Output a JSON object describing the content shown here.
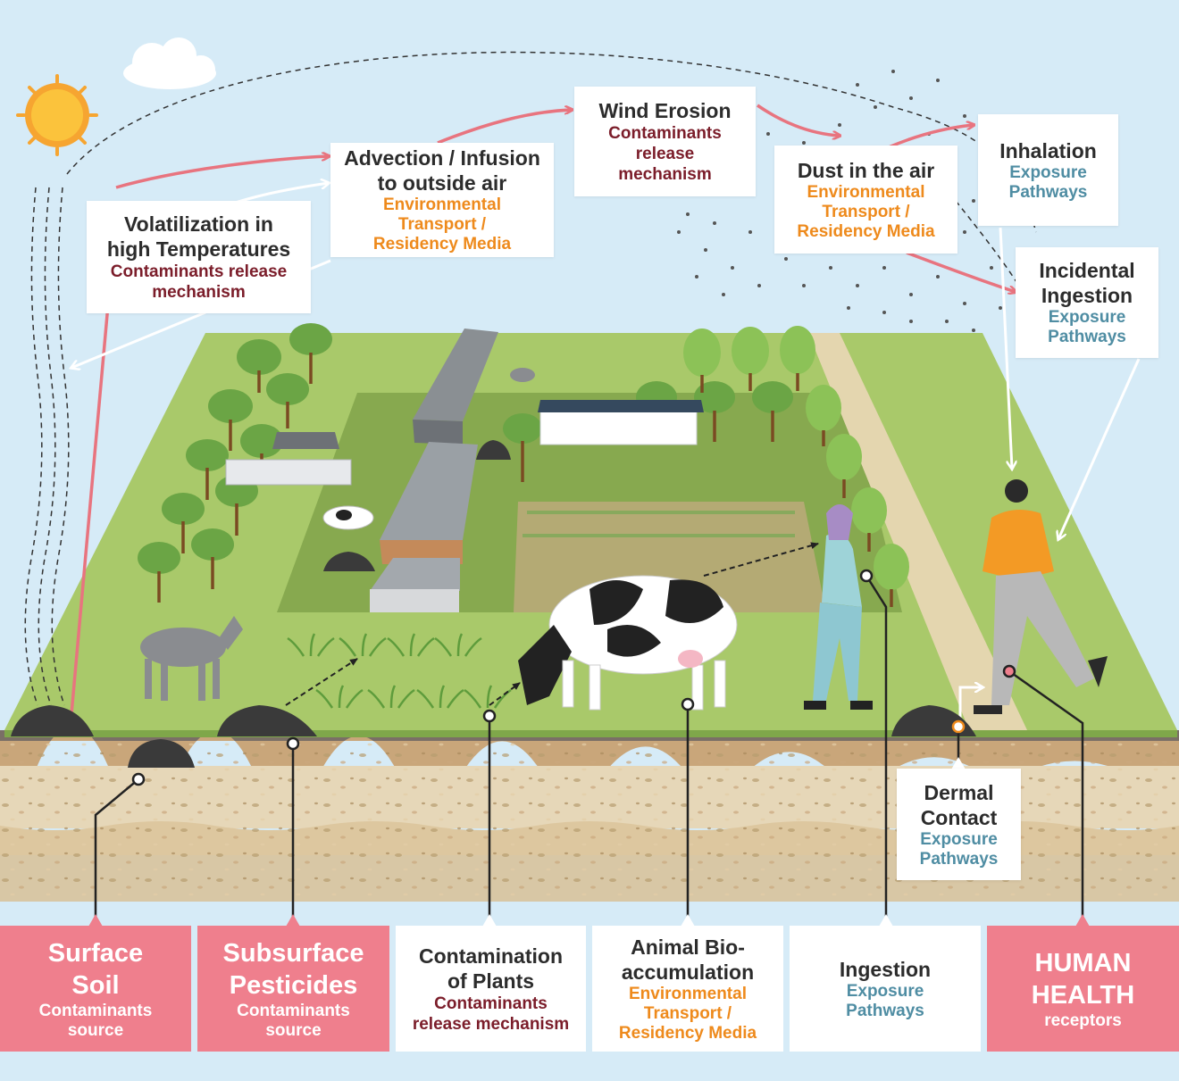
{
  "colors": {
    "sky": "#d6ebf7",
    "pink_accent": "#ef7f8d",
    "arrow_pink": "#e8747f",
    "mechanism_red": "#7b1d2a",
    "transport_orange": "#ee8a1c",
    "exposure_blue": "#4f8da3",
    "field_green": "#a9c96a",
    "soil_tan": "#d8c7a5"
  },
  "labels": {
    "volatilization": {
      "title": "Volatilization in\nhigh Temperatures",
      "sub": "Contaminants release\nmechanism"
    },
    "advection": {
      "title": "Advection / Infusion\nto outside air",
      "sub": "Environmental\nTransport /\nResidency Media"
    },
    "wind_erosion": {
      "title": "Wind Erosion",
      "sub": "Contaminants\nrelease\nmechanism"
    },
    "dust": {
      "title": "Dust in the air",
      "sub": "Environmental\nTransport /\nResidency Media"
    },
    "inhalation": {
      "title": "Inhalation",
      "sub": "Exposure\nPathways"
    },
    "incidental_ingestion": {
      "title": "Incidental\nIngestion",
      "sub": "Exposure\nPathways"
    },
    "dermal_contact": {
      "title": "Dermal\nContact",
      "sub": "Exposure\nPathways"
    }
  },
  "bottom_panels": [
    {
      "title": "Surface\nSoil",
      "sub": "Contaminants\nsource"
    },
    {
      "title": "Subsurface\nPesticides",
      "sub": "Contaminants\nsource"
    },
    {
      "title": "Contamination\nof Plants",
      "sub": "Contaminants\nrelease mechanism"
    },
    {
      "title": "Animal Bio-\naccumulation",
      "sub": "Environmental\nTransport /\nResidency Media"
    },
    {
      "title": "Ingestion",
      "sub": "Exposure\nPathways"
    },
    {
      "title": "HUMAN\nHEALTH",
      "sub": "receptors"
    }
  ],
  "icons": [
    "sun-icon",
    "cloud-icon",
    "tree-icon",
    "barn-icon",
    "house-icon",
    "donkey-icon",
    "cow-icon",
    "woman-icon",
    "man-icon",
    "soil-pile-icon",
    "plant-icon"
  ]
}
